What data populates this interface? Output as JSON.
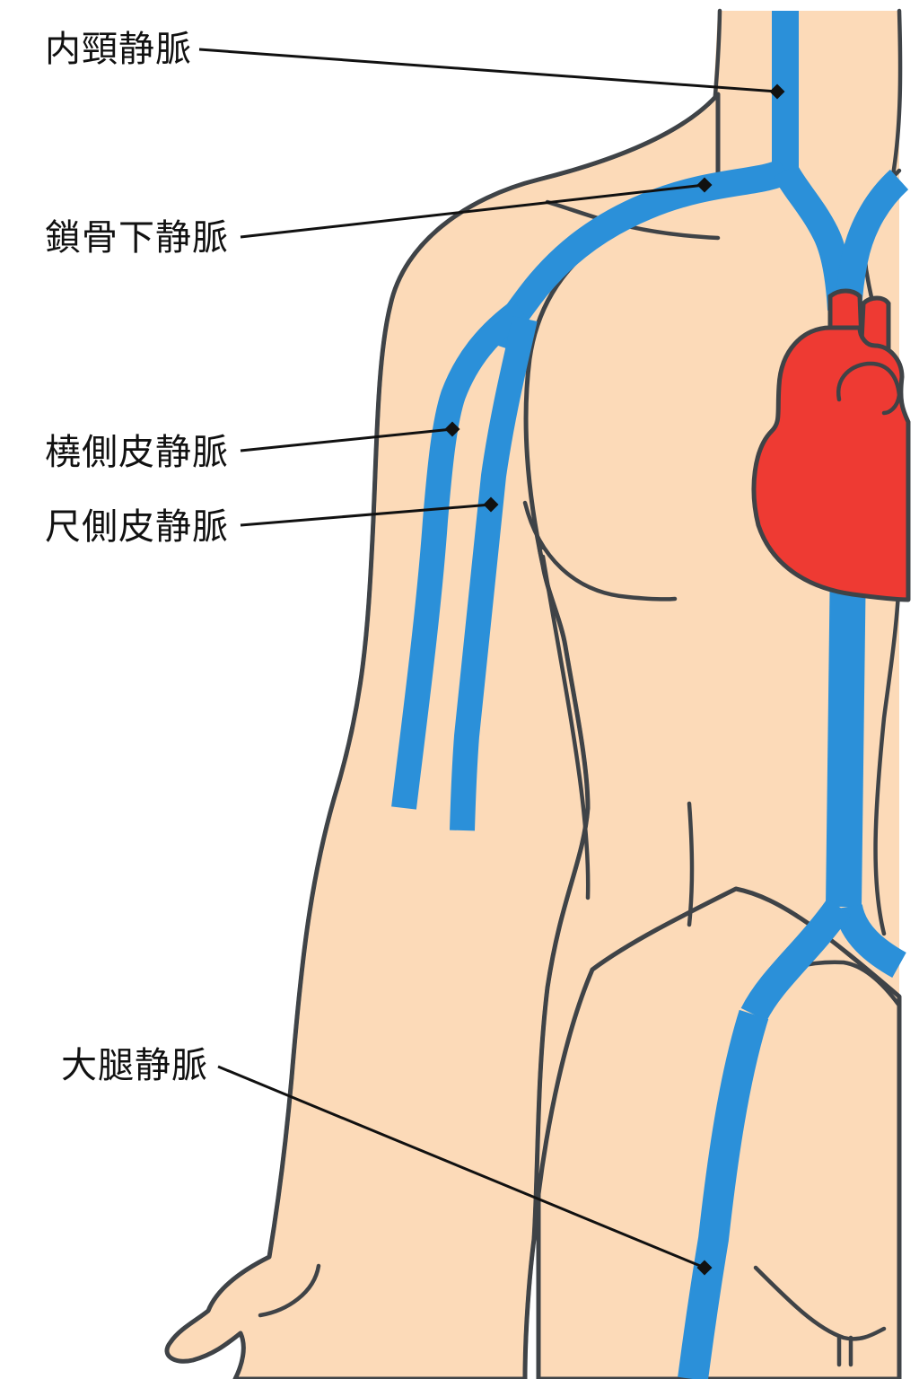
{
  "colors": {
    "skin": "#fcdab8",
    "outline": "#3f4347",
    "vein": "#2b90d9",
    "heart": "#ee3a33",
    "leader": "#111111"
  },
  "labels": {
    "internal_jugular": "内頸静脈",
    "subclavian": "鎖骨下静脈",
    "cephalic": "橈側皮静脈",
    "basilic": "尺側皮静脈",
    "great_saphenous": "大腿静脈"
  },
  "icons": {
    "heart": "heart-icon"
  }
}
